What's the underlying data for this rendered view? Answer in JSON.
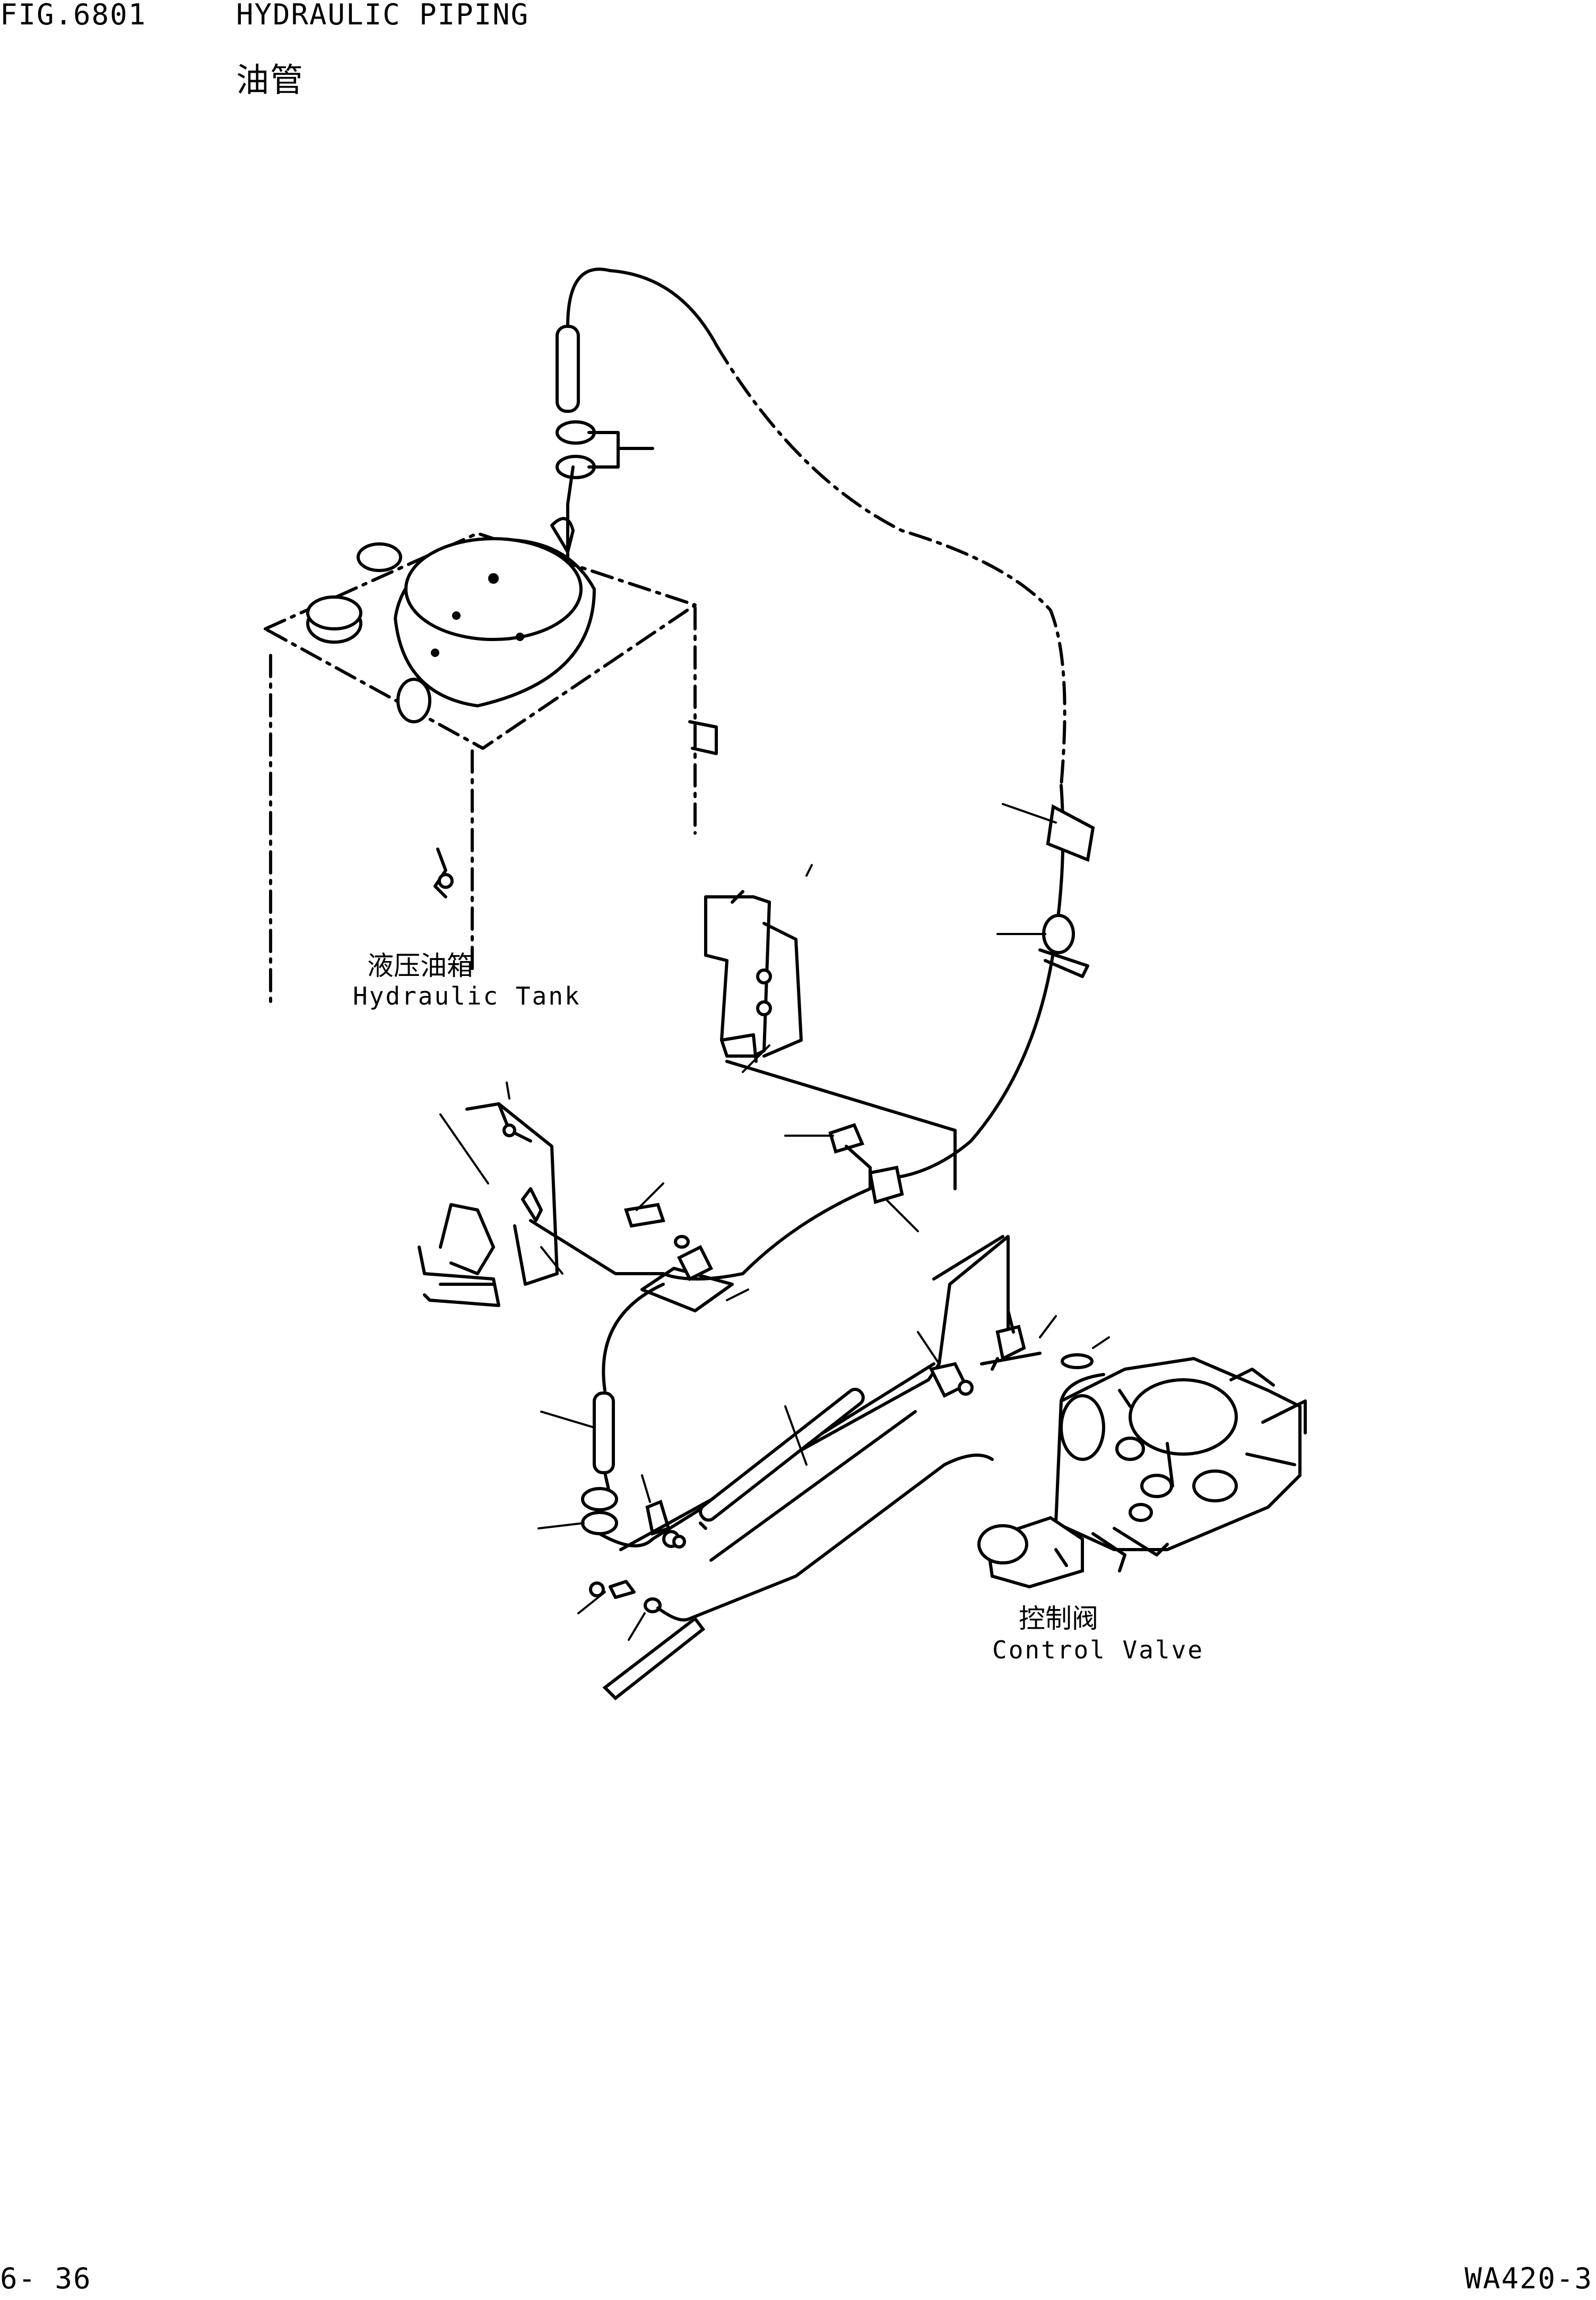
{
  "header": {
    "fig_no": "FIG.6801",
    "title": "HYDRAULIC PIPING",
    "title_zh": "油管"
  },
  "labels": {
    "tank_zh": "液压油箱",
    "tank_en": "Hydraulic Tank",
    "valve_zh": "控制阀",
    "valve_en": "Control Valve"
  },
  "footer": {
    "page": "6- 36",
    "model": "WA420-3"
  }
}
